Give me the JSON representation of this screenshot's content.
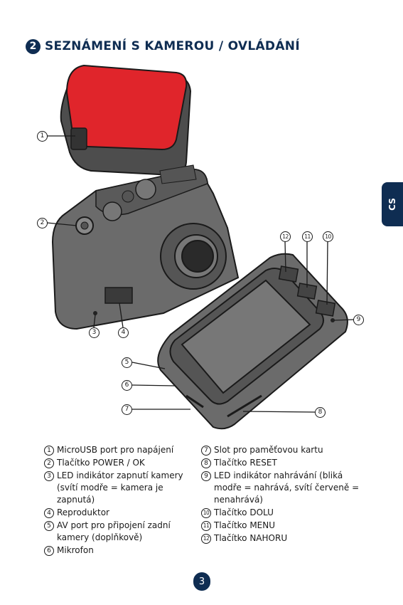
{
  "header": {
    "section_number": "2",
    "title": "SEZNÁMENÍ S KAMEROU / OVLÁDÁNÍ"
  },
  "side_tab": {
    "label": "CS"
  },
  "callouts": [
    "1",
    "2",
    "3",
    "4",
    "5",
    "6",
    "7",
    "8",
    "9",
    "10",
    "11",
    "12"
  ],
  "legend_left": [
    {
      "num": "1",
      "text": "MicroUSB port pro napájení"
    },
    {
      "num": "2",
      "text": "Tlačítko POWER / OK"
    },
    {
      "num": "3",
      "text": "LED indikátor zapnutí kamery (svítí modře = kamera je zapnutá)"
    },
    {
      "num": "4",
      "text": "Reproduktor"
    },
    {
      "num": "5",
      "text": "AV port pro připojení zadní kamery (doplňkově)"
    },
    {
      "num": "6",
      "text": "Mikrofon"
    }
  ],
  "legend_right": [
    {
      "num": "7",
      "text": "Slot pro paměťovou kartu"
    },
    {
      "num": "8",
      "text": "Tlačítko RESET"
    },
    {
      "num": "9",
      "text": "LED indikátor nahrávání (bliká modře = nahrává, svítí červeně = nenahrává)"
    },
    {
      "num": "10",
      "text": "Tlačítko DOLU"
    },
    {
      "num": "11",
      "text": "Tlačítko MENU"
    },
    {
      "num": "12",
      "text": "Tlačítko NAHORU"
    }
  ],
  "footer": {
    "page_number": "3"
  },
  "colors": {
    "navy": "#0f2d52",
    "mount_red": "#e0252b",
    "body_gray": "#6b6b6b"
  }
}
